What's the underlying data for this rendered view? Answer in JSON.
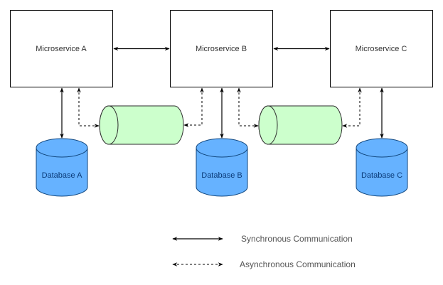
{
  "diagram": {
    "colors": {
      "service_fill": "#ffffff",
      "service_stroke": "#000000",
      "database_fill": "#66b2ff",
      "database_stroke": "#10457c",
      "database_text": "#0a3a78",
      "queue_fill": "#ccffcc",
      "queue_stroke": "#2b2b2b",
      "arrow": "#000000"
    },
    "services": [
      {
        "id": "A",
        "label": "Microservice A"
      },
      {
        "id": "B",
        "label": "Microservice B"
      },
      {
        "id": "C",
        "label": "Microservice C"
      }
    ],
    "databases": [
      {
        "id": "A",
        "label": "Database A",
        "connected_to": "Microservice A"
      },
      {
        "id": "B",
        "label": "Database B",
        "connected_to": "Microservice B"
      },
      {
        "id": "C",
        "label": "Database C",
        "connected_to": "Microservice C"
      }
    ],
    "queues": [
      {
        "id": "Q1",
        "label": "",
        "between": [
          "Microservice A",
          "Microservice B"
        ]
      },
      {
        "id": "Q2",
        "label": "",
        "between": [
          "Microservice B",
          "Microservice C"
        ]
      }
    ],
    "edges": [
      {
        "from": "Microservice A",
        "to": "Microservice B",
        "type": "synchronous",
        "bidirectional": true
      },
      {
        "from": "Microservice B",
        "to": "Microservice C",
        "type": "synchronous",
        "bidirectional": true
      },
      {
        "from": "Microservice A",
        "to": "Database A",
        "type": "synchronous",
        "bidirectional": true
      },
      {
        "from": "Microservice B",
        "to": "Database B",
        "type": "synchronous",
        "bidirectional": true
      },
      {
        "from": "Microservice C",
        "to": "Database C",
        "type": "synchronous",
        "bidirectional": true
      },
      {
        "from": "Microservice A",
        "to": "Queue Q1",
        "type": "asynchronous",
        "bidirectional": true
      },
      {
        "from": "Microservice B",
        "to": "Queue Q1",
        "type": "asynchronous",
        "bidirectional": true
      },
      {
        "from": "Microservice B",
        "to": "Queue Q2",
        "type": "asynchronous",
        "bidirectional": true
      },
      {
        "from": "Microservice C",
        "to": "Queue Q2",
        "type": "asynchronous",
        "bidirectional": true
      }
    ],
    "legend": [
      {
        "style": "solid",
        "label": "Synchronous Communication"
      },
      {
        "style": "dashed",
        "label": "Asynchronous Communication"
      }
    ]
  }
}
